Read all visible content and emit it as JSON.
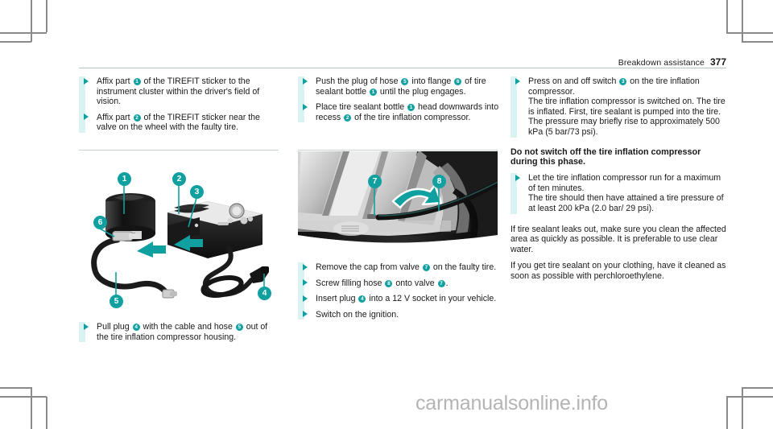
{
  "header": {
    "section_title": "Breakdown assistance",
    "page_number": "377"
  },
  "column1": {
    "steps": [
      {
        "parts": [
          {
            "t": "text",
            "v": "Affix part "
          },
          {
            "t": "badge",
            "v": "1"
          },
          {
            "t": "text",
            "v": " of the TIREFIT sticker to the instrument cluster within the driver's field of vision."
          }
        ]
      },
      {
        "parts": [
          {
            "t": "text",
            "v": "Affix part "
          },
          {
            "t": "badge",
            "v": "2"
          },
          {
            "t": "text",
            "v": " of the TIREFIT sticker near the valve on the wheel with the faulty tire."
          }
        ]
      }
    ],
    "figure": {
      "name": "tirefit-kit-exploded-diagram",
      "callouts": [
        "1",
        "2",
        "3",
        "6",
        "5",
        "4"
      ]
    },
    "steps_after_figure": [
      {
        "parts": [
          {
            "t": "text",
            "v": "Pull plug "
          },
          {
            "t": "badge",
            "v": "4"
          },
          {
            "t": "text",
            "v": " with the cable and hose "
          },
          {
            "t": "badge",
            "v": "5"
          },
          {
            "t": "text",
            "v": " out of the tire inflation compressor housing."
          }
        ]
      }
    ]
  },
  "column2": {
    "steps": [
      {
        "parts": [
          {
            "t": "text",
            "v": "Push the plug of hose "
          },
          {
            "t": "badge",
            "v": "5"
          },
          {
            "t": "text",
            "v": " into flange "
          },
          {
            "t": "badge",
            "v": "6"
          },
          {
            "t": "text",
            "v": " of tire sealant bottle "
          },
          {
            "t": "badge",
            "v": "1"
          },
          {
            "t": "text",
            "v": " until the plug engages."
          }
        ]
      },
      {
        "parts": [
          {
            "t": "text",
            "v": "Place tire sealant bottle "
          },
          {
            "t": "badge",
            "v": "1"
          },
          {
            "t": "text",
            "v": " head downwards into recess "
          },
          {
            "t": "badge",
            "v": "2"
          },
          {
            "t": "text",
            "v": " of the tire inflation compressor."
          }
        ]
      }
    ],
    "figure": {
      "name": "wheel-valve-filling-hose-photo",
      "callouts": [
        "7",
        "8"
      ]
    },
    "steps_after_figure": [
      {
        "parts": [
          {
            "t": "text",
            "v": "Remove the cap from valve "
          },
          {
            "t": "badge",
            "v": "7"
          },
          {
            "t": "text",
            "v": " on the faulty tire."
          }
        ]
      },
      {
        "parts": [
          {
            "t": "text",
            "v": "Screw filling hose "
          },
          {
            "t": "badge",
            "v": "8"
          },
          {
            "t": "text",
            "v": " onto valve "
          },
          {
            "t": "badge",
            "v": "7"
          },
          {
            "t": "text",
            "v": "."
          }
        ]
      },
      {
        "parts": [
          {
            "t": "text",
            "v": "Insert plug "
          },
          {
            "t": "badge",
            "v": "4"
          },
          {
            "t": "text",
            "v": " into a 12 V socket in your vehicle."
          }
        ]
      },
      {
        "parts": [
          {
            "t": "text",
            "v": "Switch on the ignition."
          }
        ]
      }
    ]
  },
  "column3": {
    "steps_block1": [
      {
        "parts": [
          {
            "t": "text",
            "v": "Press on and off switch "
          },
          {
            "t": "badge",
            "v": "3"
          },
          {
            "t": "text",
            "v": " on the tire inflation compressor."
          }
        ],
        "note": "The tire inflation compressor is switched on. The tire is inflated. First, tire sealant is pumped into the tire. The pressure may briefly rise to approximately 500 kPa (5 bar/73 psi)."
      }
    ],
    "bold_heading": "Do not switch off the tire inflation compressor during this phase.",
    "steps_block2": [
      {
        "parts": [
          {
            "t": "text",
            "v": "Let the tire inflation compressor run for a maximum of ten minutes."
          }
        ],
        "note": "The tire should then have attained a tire pressure of at least 200 kPa (2.0 bar/ 29 psi)."
      }
    ],
    "paragraphs": [
      "If tire sealant leaks out, make sure you clean the affected area as quickly as possible. It is preferable to use clear water.",
      "If you get tire sealant on your clothing, have it cleaned as soon as possible with perchloroethylene."
    ]
  },
  "watermark": "carmanualsonline.info",
  "colors": {
    "accent": "#10a0a0",
    "accent_pale": "#d9f2f2",
    "rule": "#b5c4c2",
    "crop_mark": "#8a8a8a",
    "watermark": "#b4b4b4"
  }
}
